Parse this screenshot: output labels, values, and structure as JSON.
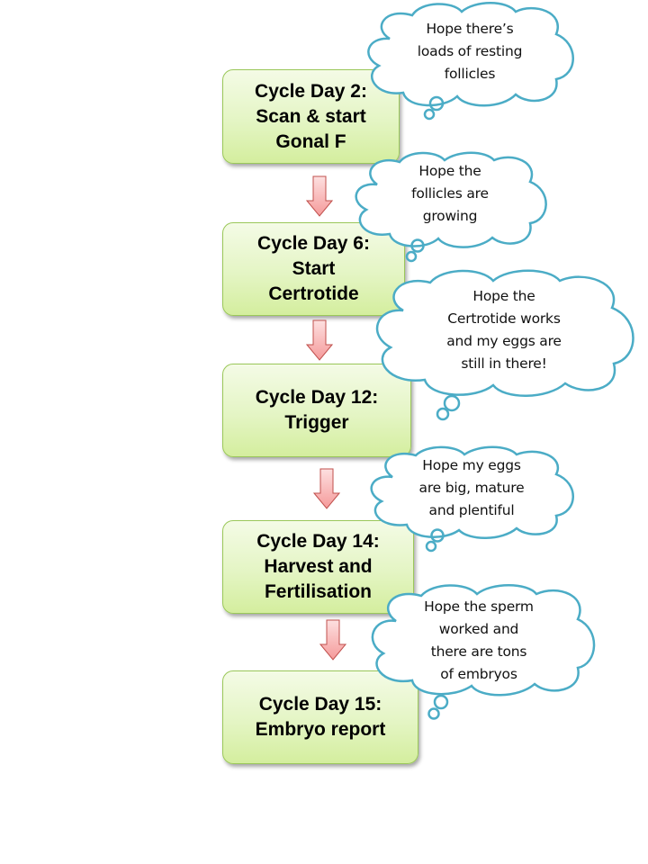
{
  "diagram": {
    "type": "flowchart",
    "colors": {
      "box_fill_top": "#f4fbe6",
      "box_fill_bottom": "#d4ee9e",
      "box_border": "#9bc85a",
      "arrow_fill": "#f7a3a3",
      "arrow_border": "#c0504d",
      "cloud_stroke": "#4bacc6"
    },
    "steps": [
      {
        "label": "Cycle Day 2:\nScan & start\nGonal F"
      },
      {
        "label": "Cycle Day 6:\nStart\nCertrotide"
      },
      {
        "label": "Cycle Day 12:\nTrigger"
      },
      {
        "label": "Cycle Day 14:\nHarvest and\nFertilisation"
      },
      {
        "label": "Cycle Day 15:\nEmbryo report"
      }
    ],
    "thoughts": [
      {
        "text": "Hope there’s\nloads of resting\nfollicles"
      },
      {
        "text": "Hope the\nfollicles are\ngrowing"
      },
      {
        "text": "Hope the\nCertrotide works\nand my eggs are\nstill in there!"
      },
      {
        "text": "Hope my eggs\nare big, mature\nand plentiful"
      },
      {
        "text": "Hope the sperm\nworked and\nthere are tons\nof embryos"
      }
    ]
  }
}
